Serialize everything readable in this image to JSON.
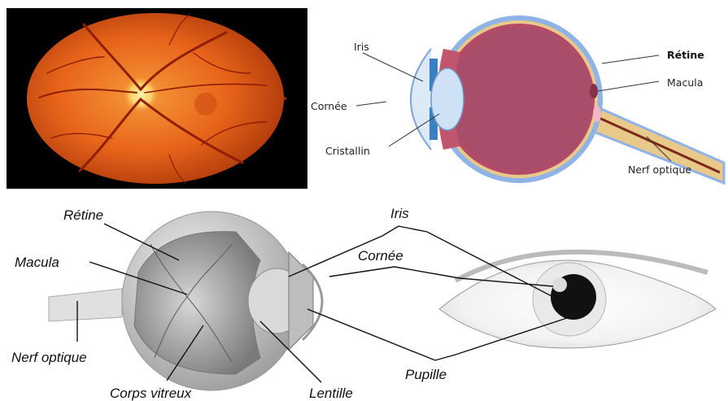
{
  "top_right": {
    "labels": {
      "iris": "Iris",
      "cornee": "Cornée",
      "cristallin": "Cristallin",
      "retine": "Rétine",
      "macula": "Macula",
      "nerf_optique": "Nerf optique"
    }
  },
  "bottom": {
    "labels": {
      "retine": "Rétine",
      "macula": "Macula",
      "nerf_optique": "Nerf optique",
      "corps_vitreux": "Corps vitreux",
      "lentille": "Lentille",
      "iris": "Iris",
      "cornee": "Cornée",
      "pupille": "Pupille"
    }
  },
  "colors": {
    "fundus_orange": "#e8641a",
    "fundus_dark": "#9a2c05",
    "sclera_blue": "#8fb3e6",
    "choroid_red": "#b34a68",
    "vitreous": "#a84e6b",
    "nerve_tan": "#e9c98a"
  }
}
